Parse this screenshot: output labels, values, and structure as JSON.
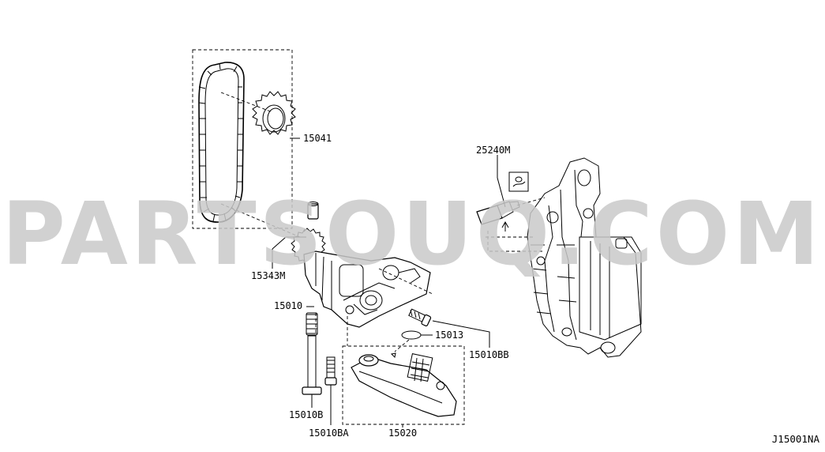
{
  "watermark": {
    "text": "PARTSOUQ.COM",
    "color": "#c9c9c9"
  },
  "diagram_id": "J15001NA",
  "parts": {
    "p15041": "15041",
    "p15343M": "15343M",
    "p15010": "15010",
    "p15010B": "15010B",
    "p15010BA": "15010BA",
    "p15020": "15020",
    "p15013": "15013",
    "p15010BB": "15010BB",
    "p25240M": "25240M"
  }
}
